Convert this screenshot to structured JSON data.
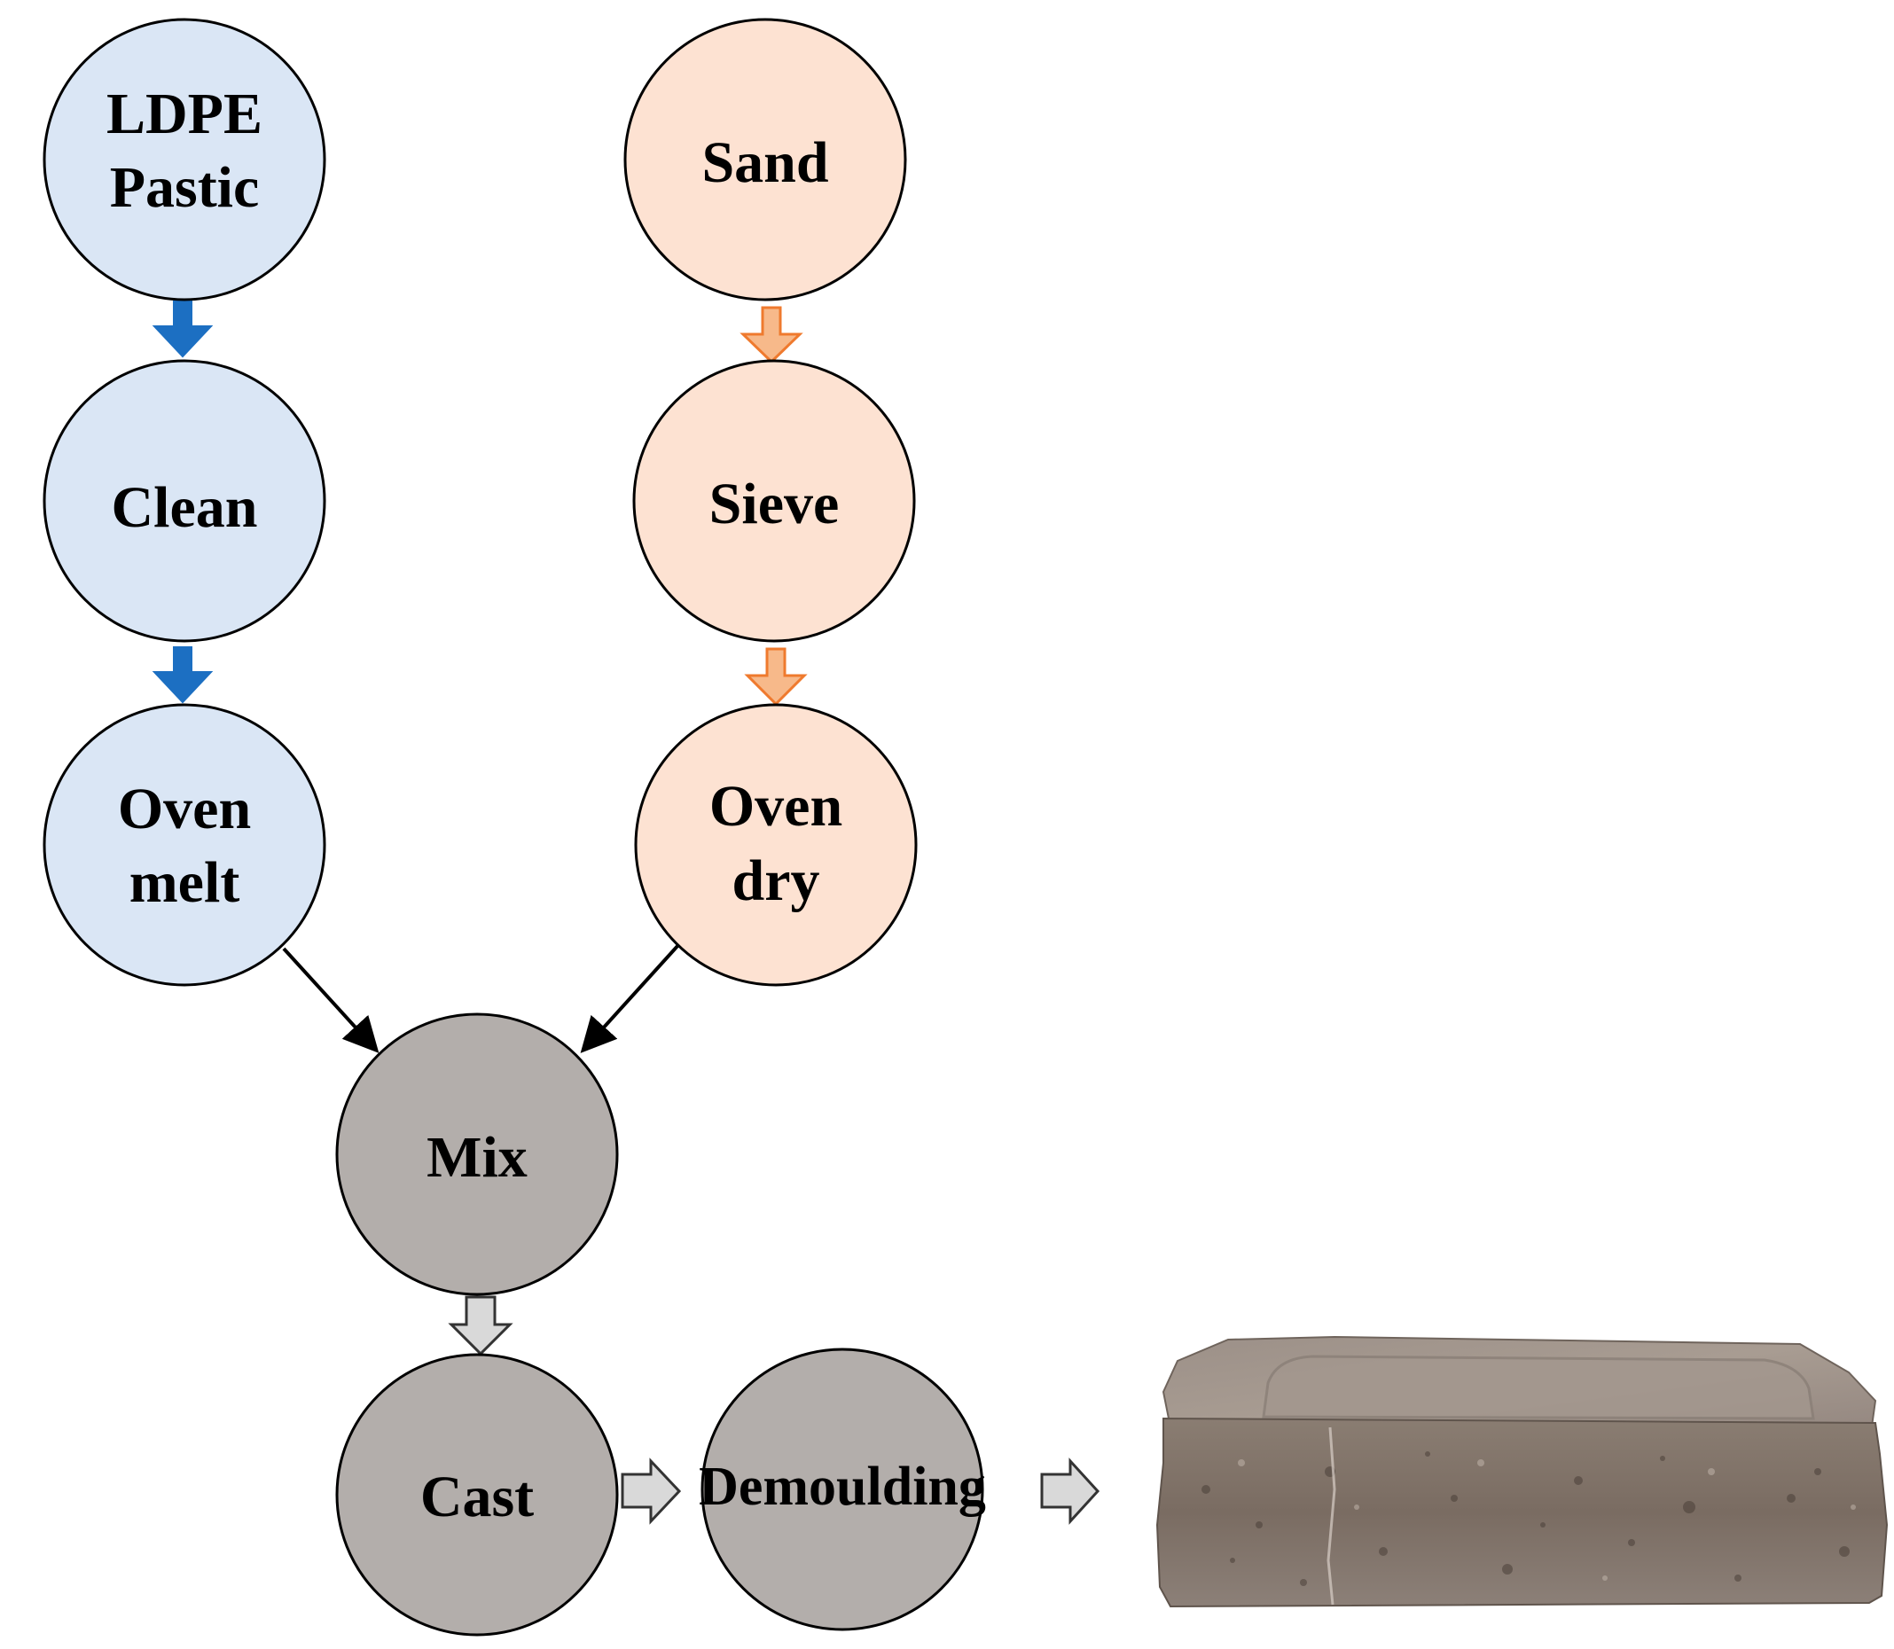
{
  "colors": {
    "plastic_fill": "#dae6f5",
    "sand_fill": "#fde2d2",
    "process_fill": "#b3aeab",
    "outline": "#000000",
    "plastic_arrow": "#1c6fc2",
    "sand_arrow_fill": "#f7b98a",
    "sand_arrow_stroke": "#ef7a2e",
    "process_arrow_fill": "#d9d9d9",
    "process_arrow_stroke": "#333333"
  },
  "nodes": {
    "ldpe": [
      "LDPE",
      "Pastic"
    ],
    "clean": [
      "Clean"
    ],
    "oven_melt": [
      "Oven",
      "melt"
    ],
    "sand": [
      "Sand"
    ],
    "sieve": [
      "Sieve"
    ],
    "oven_dry": [
      "Oven",
      "dry"
    ],
    "mix": [
      "Mix"
    ],
    "cast": [
      "Cast"
    ],
    "demoulding": [
      "Demoulding"
    ]
  },
  "edges": [
    {
      "from": "ldpe",
      "to": "clean",
      "style": "plastic"
    },
    {
      "from": "clean",
      "to": "oven_melt",
      "style": "plastic"
    },
    {
      "from": "sand",
      "to": "sieve",
      "style": "sand"
    },
    {
      "from": "sieve",
      "to": "oven_dry",
      "style": "sand"
    },
    {
      "from": "oven_melt",
      "to": "mix",
      "style": "line"
    },
    {
      "from": "oven_dry",
      "to": "mix",
      "style": "line"
    },
    {
      "from": "mix",
      "to": "cast",
      "style": "process"
    },
    {
      "from": "cast",
      "to": "demoulding",
      "style": "process"
    },
    {
      "from": "demoulding",
      "to": "brick",
      "style": "process"
    }
  ],
  "product_image": "brick"
}
